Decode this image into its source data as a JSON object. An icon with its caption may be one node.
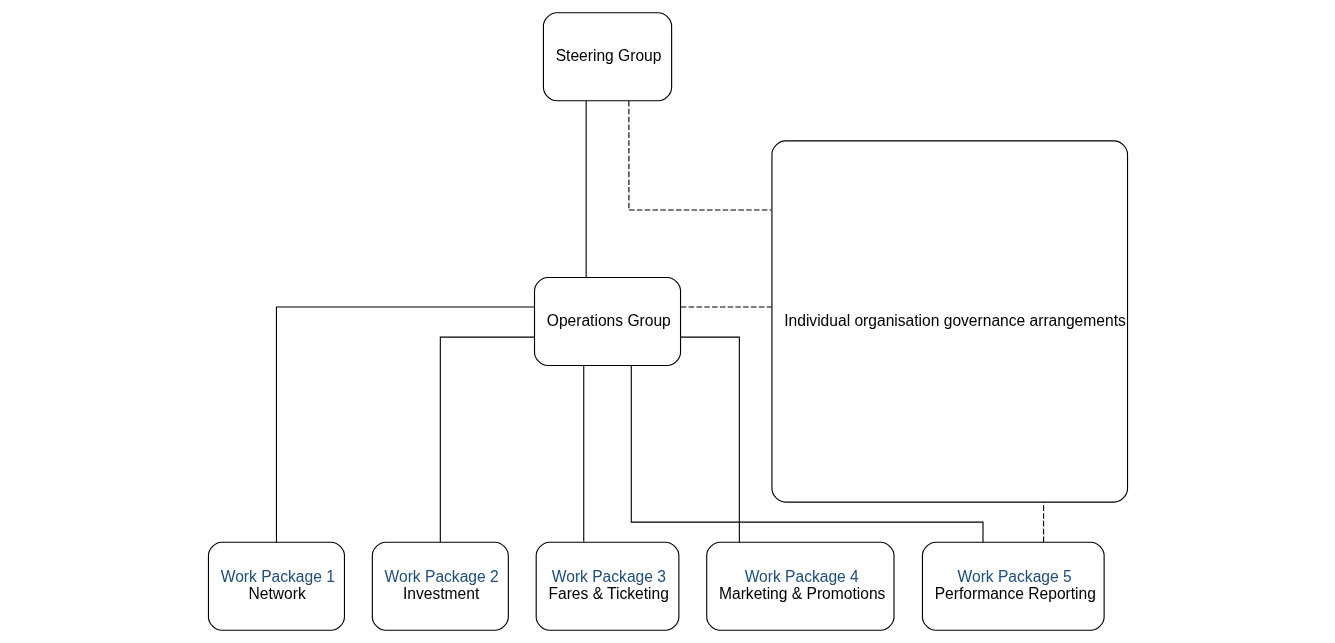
{
  "diagram": {
    "nodes": [
      {
        "text": [
          "Steering Group"
        ]
      },
      {
        "text": [
          "Operations Group"
        ]
      },
      {
        "text": [
          "Work Package 1",
          "Network"
        ]
      },
      {
        "text": [
          "Work Package 2",
          "Investment"
        ]
      },
      {
        "text": [
          "Work Package 3",
          "Fares & Ticketing"
        ]
      },
      {
        "text": [
          "Work Package 4",
          "Marketing & Promotions"
        ]
      },
      {
        "text": [
          "Work Package 5",
          "Performance Reporting"
        ]
      },
      {
        "text": [
          "Individual organisation governance arrangements"
        ]
      }
    ],
    "edges": [
      {
        "from": 0,
        "to": 1,
        "arrow": "none"
      },
      {
        "from": 1,
        "to": 2,
        "arrow": "none"
      },
      {
        "from": 1,
        "to": 3,
        "arrow": "none"
      },
      {
        "from": 1,
        "to": 4,
        "arrow": "none"
      },
      {
        "from": 1,
        "to": 5,
        "arrow": "none"
      },
      {
        "from": 1,
        "to": 6,
        "arrow": "none"
      },
      {
        "from": 0,
        "to": 7,
        "arrow": "none",
        "style": "dashed"
      },
      {
        "from": 1,
        "to": 7,
        "arrow": "none",
        "style": "dashed"
      },
      {
        "from": 6,
        "to": 7,
        "arrow": "none",
        "style": "dashed"
      }
    ]
  }
}
